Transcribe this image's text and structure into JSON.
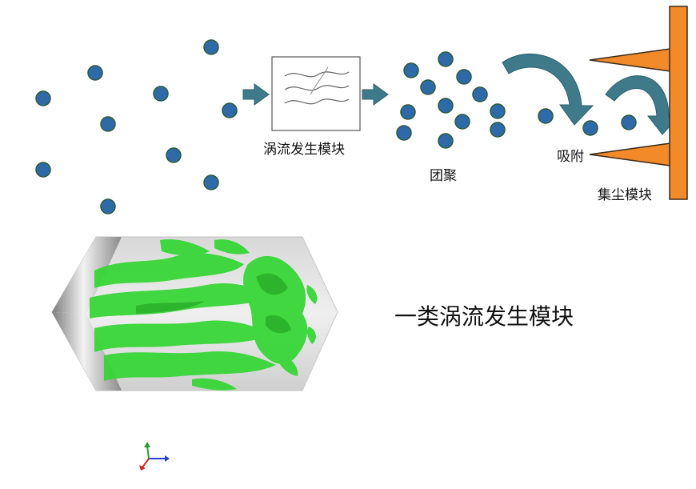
{
  "labels": {
    "vortex_module": "涡流发生模块",
    "agglomeration": "团聚",
    "adsorption": "吸附",
    "dust_module": "集尘模块",
    "caption": "一类涡流发生模块"
  },
  "colors": {
    "particle_fill": "#2e6aa8",
    "particle_stroke": "#2d5a3a",
    "arrow": "#3f7a8a",
    "collector_plate": "#f28a2a",
    "flow_iso": "#33d633",
    "chamber": "#b8b8b8"
  }
}
